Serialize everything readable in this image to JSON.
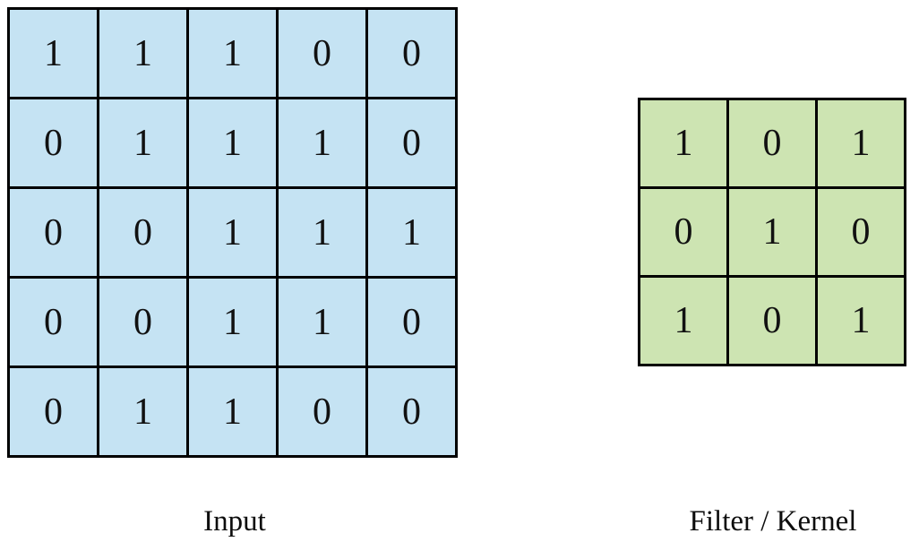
{
  "figure": {
    "title": "",
    "background_color": "#ffffff",
    "grid_line_color": "#000000"
  },
  "chart_data": {
    "type": "table",
    "title": "",
    "xlabel": "",
    "ylabel": "",
    "grids": [
      {
        "name": "input",
        "caption": "Input",
        "rows": 5,
        "cols": 5,
        "fill_color": "#C5E3F3",
        "border_color": "#000000",
        "values": [
          [
            1,
            1,
            1,
            0,
            0
          ],
          [
            0,
            1,
            1,
            1,
            0
          ],
          [
            0,
            0,
            1,
            1,
            1
          ],
          [
            0,
            0,
            1,
            1,
            0
          ],
          [
            0,
            1,
            1,
            0,
            0
          ]
        ]
      },
      {
        "name": "filter-kernel",
        "caption": "Filter / Kernel",
        "rows": 3,
        "cols": 3,
        "fill_color": "#CDE4B2",
        "border_color": "#000000",
        "values": [
          [
            1,
            0,
            1
          ],
          [
            0,
            1,
            0
          ],
          [
            1,
            0,
            1
          ]
        ]
      }
    ]
  },
  "input_matrix": {
    "caption": "Input",
    "cells": [
      "1",
      "1",
      "1",
      "0",
      "0",
      "0",
      "1",
      "1",
      "1",
      "0",
      "0",
      "0",
      "1",
      "1",
      "1",
      "0",
      "0",
      "1",
      "1",
      "0",
      "0",
      "1",
      "1",
      "0",
      "0"
    ]
  },
  "kernel_matrix": {
    "caption": "Filter / Kernel",
    "cells": [
      "1",
      "0",
      "1",
      "0",
      "1",
      "0",
      "1",
      "0",
      "1"
    ]
  }
}
